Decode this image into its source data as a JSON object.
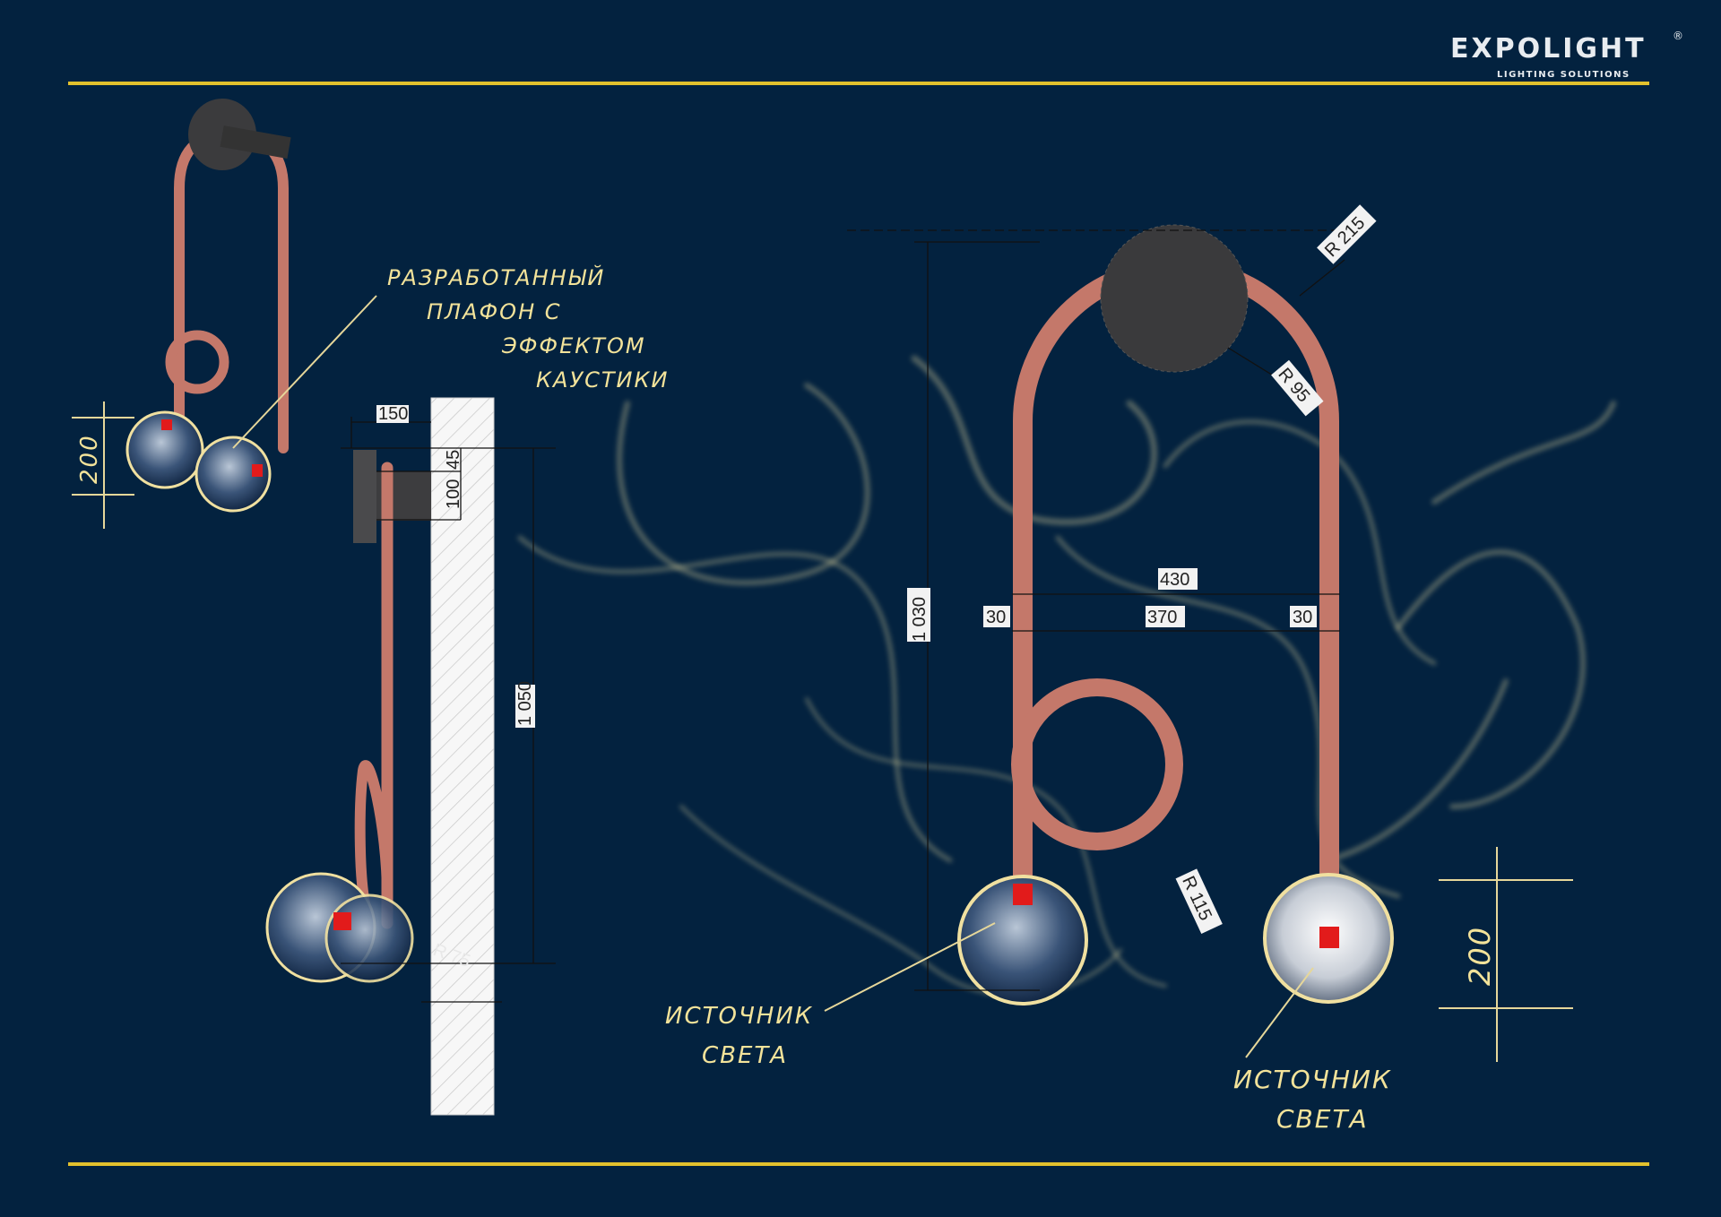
{
  "brand": {
    "name": "EXPOLIGHT",
    "registered": "®",
    "tagline": "LIGHTING SOLUTIONS"
  },
  "colors": {
    "background": "#03223f",
    "accent_line": "#e3c12d",
    "tube": "#c4786a",
    "mount": "#3a3a3c",
    "annotation": "#f3e39a"
  },
  "annotations": {
    "shade": [
      "РАЗРАБОТАННЫЙ",
      "ПЛАФОН С",
      "ЭФФЕКТОМ",
      "КАУСТИКИ"
    ],
    "light_source_left": [
      "ИСТОЧНИК",
      "СВЕТА"
    ],
    "light_source_right": [
      "ИСТОЧНИК",
      "СВЕТА"
    ]
  },
  "dimensions": {
    "left_height": "200",
    "side_depth": "150",
    "side_offset": "45",
    "side_mount": "100",
    "side_height": "1 050",
    "side_radius": "R 75",
    "front_outer_radius": "R 215",
    "front_inner_radius": "R 95",
    "front_loop_radius": "R 115",
    "front_width": "430",
    "front_inner_width": "370",
    "front_tube_left": "30",
    "front_tube_right": "30",
    "front_height": "1 030",
    "right_height": "200"
  }
}
